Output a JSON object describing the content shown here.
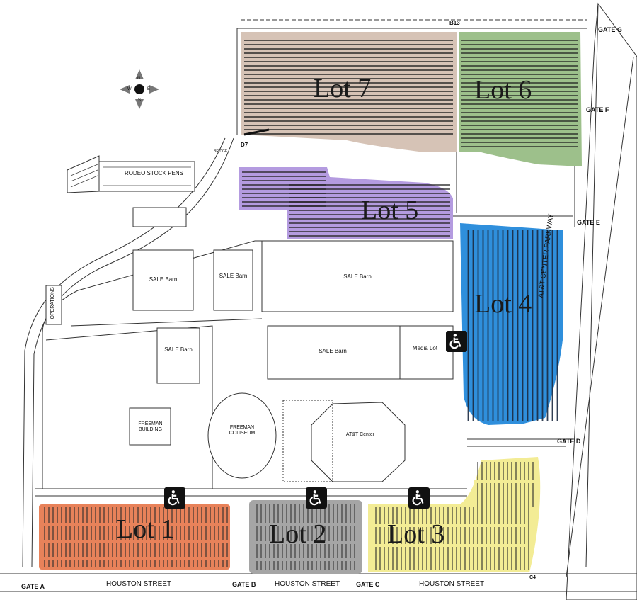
{
  "lots": [
    {
      "id": "lot7",
      "label": "Lot 7",
      "color": "#d6c3b6"
    },
    {
      "id": "lot6",
      "label": "Lot 6",
      "color": "#9dc08b"
    },
    {
      "id": "lot5",
      "label": "Lot 5",
      "color": "#b49be0"
    },
    {
      "id": "lot4",
      "label": "Lot 4",
      "color": "#2f8fdc"
    },
    {
      "id": "lot1",
      "label": "Lot 1",
      "color": "#e8825a"
    },
    {
      "id": "lot2",
      "label": "Lot 2",
      "color": "#a5a5a5"
    },
    {
      "id": "lot3",
      "label": "Lot 3",
      "color": "#f3ec95"
    }
  ],
  "buildings": {
    "rodeo_stock_pens": "RODEO STOCK PENS",
    "sale_barn_1": "SALE Barn",
    "sale_barn_2": "SALE Barn",
    "sale_barn_3": "SALE Barn",
    "sale_barn_4": "SALE Barn",
    "sale_barn_5": "SALE Barn",
    "media_lot": "Media Lot",
    "operations": "OPERATIONS",
    "freeman_building": "FREEMAN BUILDING",
    "freeman_coliseum": "FREEMAN COLISEUM",
    "att_center": "AT&T Center"
  },
  "gates": {
    "a": "GATE A",
    "b": "GATE B",
    "c": "GATE C",
    "d": "GATE D",
    "e": "GATE E",
    "f": "GATE F",
    "g": "GATE G"
  },
  "markers": {
    "b13": "B13",
    "d7": "D7",
    "c4": "C4",
    "bridge": "BRIDGE"
  },
  "streets": {
    "houston_1": "HOUSTON STREET",
    "houston_2": "HOUSTON STREET",
    "houston_3": "HOUSTON STREET",
    "parkway": "AT&T CENTER PARKWAY"
  },
  "compass": {
    "n": "N",
    "s": "S",
    "e": "E",
    "w": "W"
  },
  "icons": {
    "accessible": "accessible-parking-icon",
    "compass": "compass-rose-icon"
  }
}
